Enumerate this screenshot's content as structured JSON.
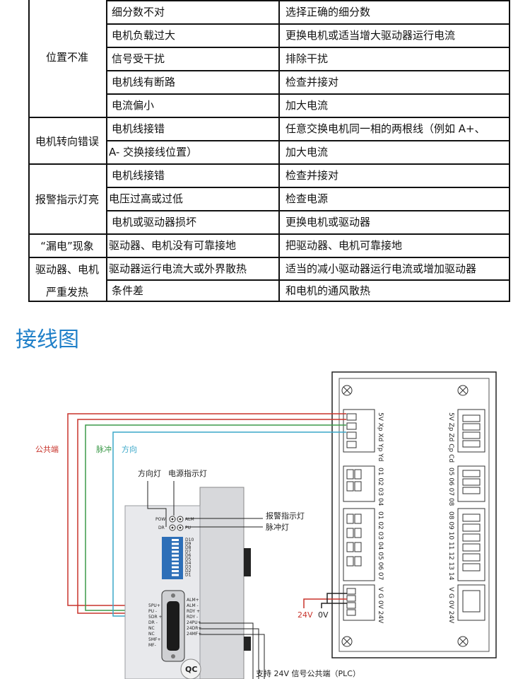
{
  "table": {
    "rows": [
      {
        "cause": "细分数不对",
        "solution": "选择正确的细分数"
      },
      {
        "cause": "电机负载过大",
        "solution": "更换电机或适当增大驱动器运行电流"
      },
      {
        "cause": "信号受干扰",
        "solution": "排除干扰"
      },
      {
        "cause": "电机线有断路",
        "solution": "检查并接对"
      },
      {
        "cause": "电流偏小",
        "solution": "加大电流"
      },
      {
        "cause": "电机线接错",
        "solution": "任意交换电机同一相的两根线（例如 A+、"
      },
      {
        "cause": "A- 交换接线位置）",
        "solution": "加大电流"
      },
      {
        "cause": "电机线接错",
        "solution": "检查并接对"
      },
      {
        "cause": "电压过高或过低",
        "solution": "检查电源"
      },
      {
        "cause": "电机或驱动器损坏",
        "solution": "更换电机或驱动器"
      },
      {
        "cause": "驱动器、电机没有可靠接地",
        "solution": "把驱动器、电机可靠接地"
      },
      {
        "cause": "驱动器运行电流大或外界散热",
        "solution": "适当的减小驱动器运行电流或增加驱动器"
      },
      {
        "cause": "条件差",
        "solution": "和电机的通风散热"
      }
    ],
    "categories": {
      "position": "位置不准",
      "direction": "电机转向错误",
      "alarm": "报警指示灯亮",
      "leakage": "“漏电”现象",
      "heat_1": "驱动器、电机",
      "heat_2": "严重发热"
    }
  },
  "section_title": "接线图",
  "diagram": {
    "wire_labels": {
      "common": "公共端",
      "pulse": "脉冲",
      "direction": "方向"
    },
    "indicator_labels": {
      "direction_light": "方向灯",
      "power_light": "电源指示灯",
      "alarm_light": "报警指示灯",
      "pulse_light": "脉冲灯"
    },
    "led_labels": {
      "pow": "POW",
      "alm": "ALM",
      "dr": "DR",
      "pu": "PU"
    },
    "dip_labels": [
      "D10",
      "D9",
      "D8",
      "D7",
      "D6",
      "D5",
      "D4",
      "D3",
      "D2",
      "D1"
    ],
    "left_pins": [
      "5PU+",
      "PU -",
      "5DR +",
      "DR -",
      "NC",
      "NC",
      "5MF+",
      "MF-"
    ],
    "right_pins": [
      "ALM+",
      "ALM -",
      "RDY +",
      "RDY -",
      "24PU+",
      "24DR+",
      "24MF+"
    ],
    "qc_label": "QC",
    "supply_labels": {
      "v24": "24V",
      "v0": "0V"
    },
    "plc_note": "支持 24V 信号公共端（PLC）",
    "board_left_groups": [
      "5V Xp Xd Yp Yd",
      "01 02 03 04",
      "01 02 03 04 05 06 07",
      "V G 0V 24V"
    ],
    "board_right_groups": [
      "5V Zp Zd Cp Cd",
      "05 06 07 08",
      "08 09 10 11 12 13 14",
      "V G 0V 24V"
    ],
    "colors": {
      "red": "#c8342c",
      "green": "#3d9a4a",
      "cyan": "#3aa7c9",
      "title": "#1e7fc8"
    }
  }
}
